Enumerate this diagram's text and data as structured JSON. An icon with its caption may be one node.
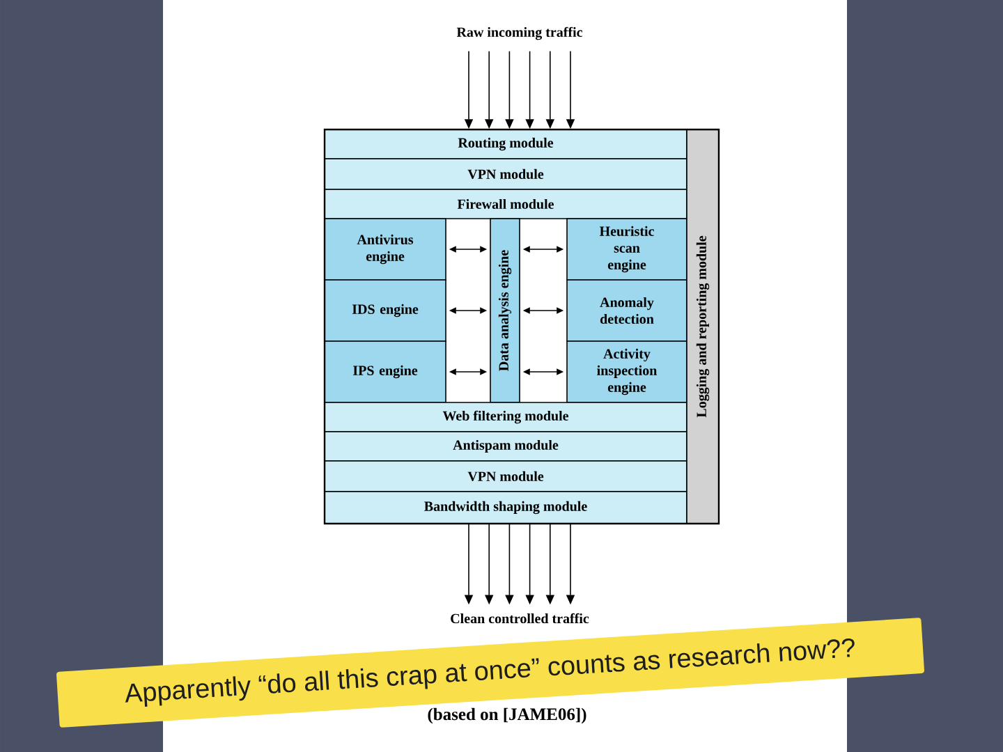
{
  "diagram": {
    "caption": "(based on [JAME06])",
    "nodes": [
      {
        "text": [
          "Raw incoming traffic"
        ]
      },
      {
        "text": [
          "Routing module"
        ]
      },
      {
        "text": [
          "VPN module"
        ]
      },
      {
        "text": [
          "Firewall module"
        ]
      },
      {
        "text": [
          "Antivirus engine"
        ]
      },
      {
        "text": [
          "IDS engine"
        ]
      },
      {
        "text": [
          "IPS engine"
        ]
      },
      {
        "text": [
          "Data analysis engine"
        ]
      },
      {
        "text": [
          "Heuristic scan engine"
        ]
      },
      {
        "text": [
          "Anomaly detection"
        ]
      },
      {
        "text": [
          "Activity inspection engine"
        ]
      },
      {
        "text": [
          "Web filtering module"
        ]
      },
      {
        "text": [
          "Antispam module"
        ]
      },
      {
        "text": [
          "VPN module"
        ]
      },
      {
        "text": [
          "Bandwidth shaping module"
        ]
      },
      {
        "text": [
          "Logging and reporting module"
        ]
      },
      {
        "text": [
          "Clean controlled traffic"
        ]
      },
      {
        "text": [
          "Apparently “do all this crap at once” counts as research now??"
        ]
      }
    ],
    "edges": [
      {
        "from": 0,
        "to": 1,
        "arrow": "to"
      },
      {
        "from": 0,
        "to": 1,
        "arrow": "to"
      },
      {
        "from": 0,
        "to": 1,
        "arrow": "to"
      },
      {
        "from": 0,
        "to": 1,
        "arrow": "to"
      },
      {
        "from": 0,
        "to": 1,
        "arrow": "to"
      },
      {
        "from": 0,
        "to": 1,
        "arrow": "to"
      },
      {
        "from": 4,
        "to": 7,
        "arrow": "both"
      },
      {
        "from": 5,
        "to": 7,
        "arrow": "both"
      },
      {
        "from": 6,
        "to": 7,
        "arrow": "both"
      },
      {
        "from": 7,
        "to": 8,
        "arrow": "both"
      },
      {
        "from": 7,
        "to": 9,
        "arrow": "both"
      },
      {
        "from": 7,
        "to": 10,
        "arrow": "both"
      },
      {
        "from": 14,
        "to": 16,
        "arrow": "to"
      },
      {
        "from": 14,
        "to": 16,
        "arrow": "to"
      },
      {
        "from": 14,
        "to": 16,
        "arrow": "to"
      },
      {
        "from": 14,
        "to": 16,
        "arrow": "to"
      },
      {
        "from": 14,
        "to": 16,
        "arrow": "to"
      },
      {
        "from": 14,
        "to": 16,
        "arrow": "to"
      }
    ]
  }
}
